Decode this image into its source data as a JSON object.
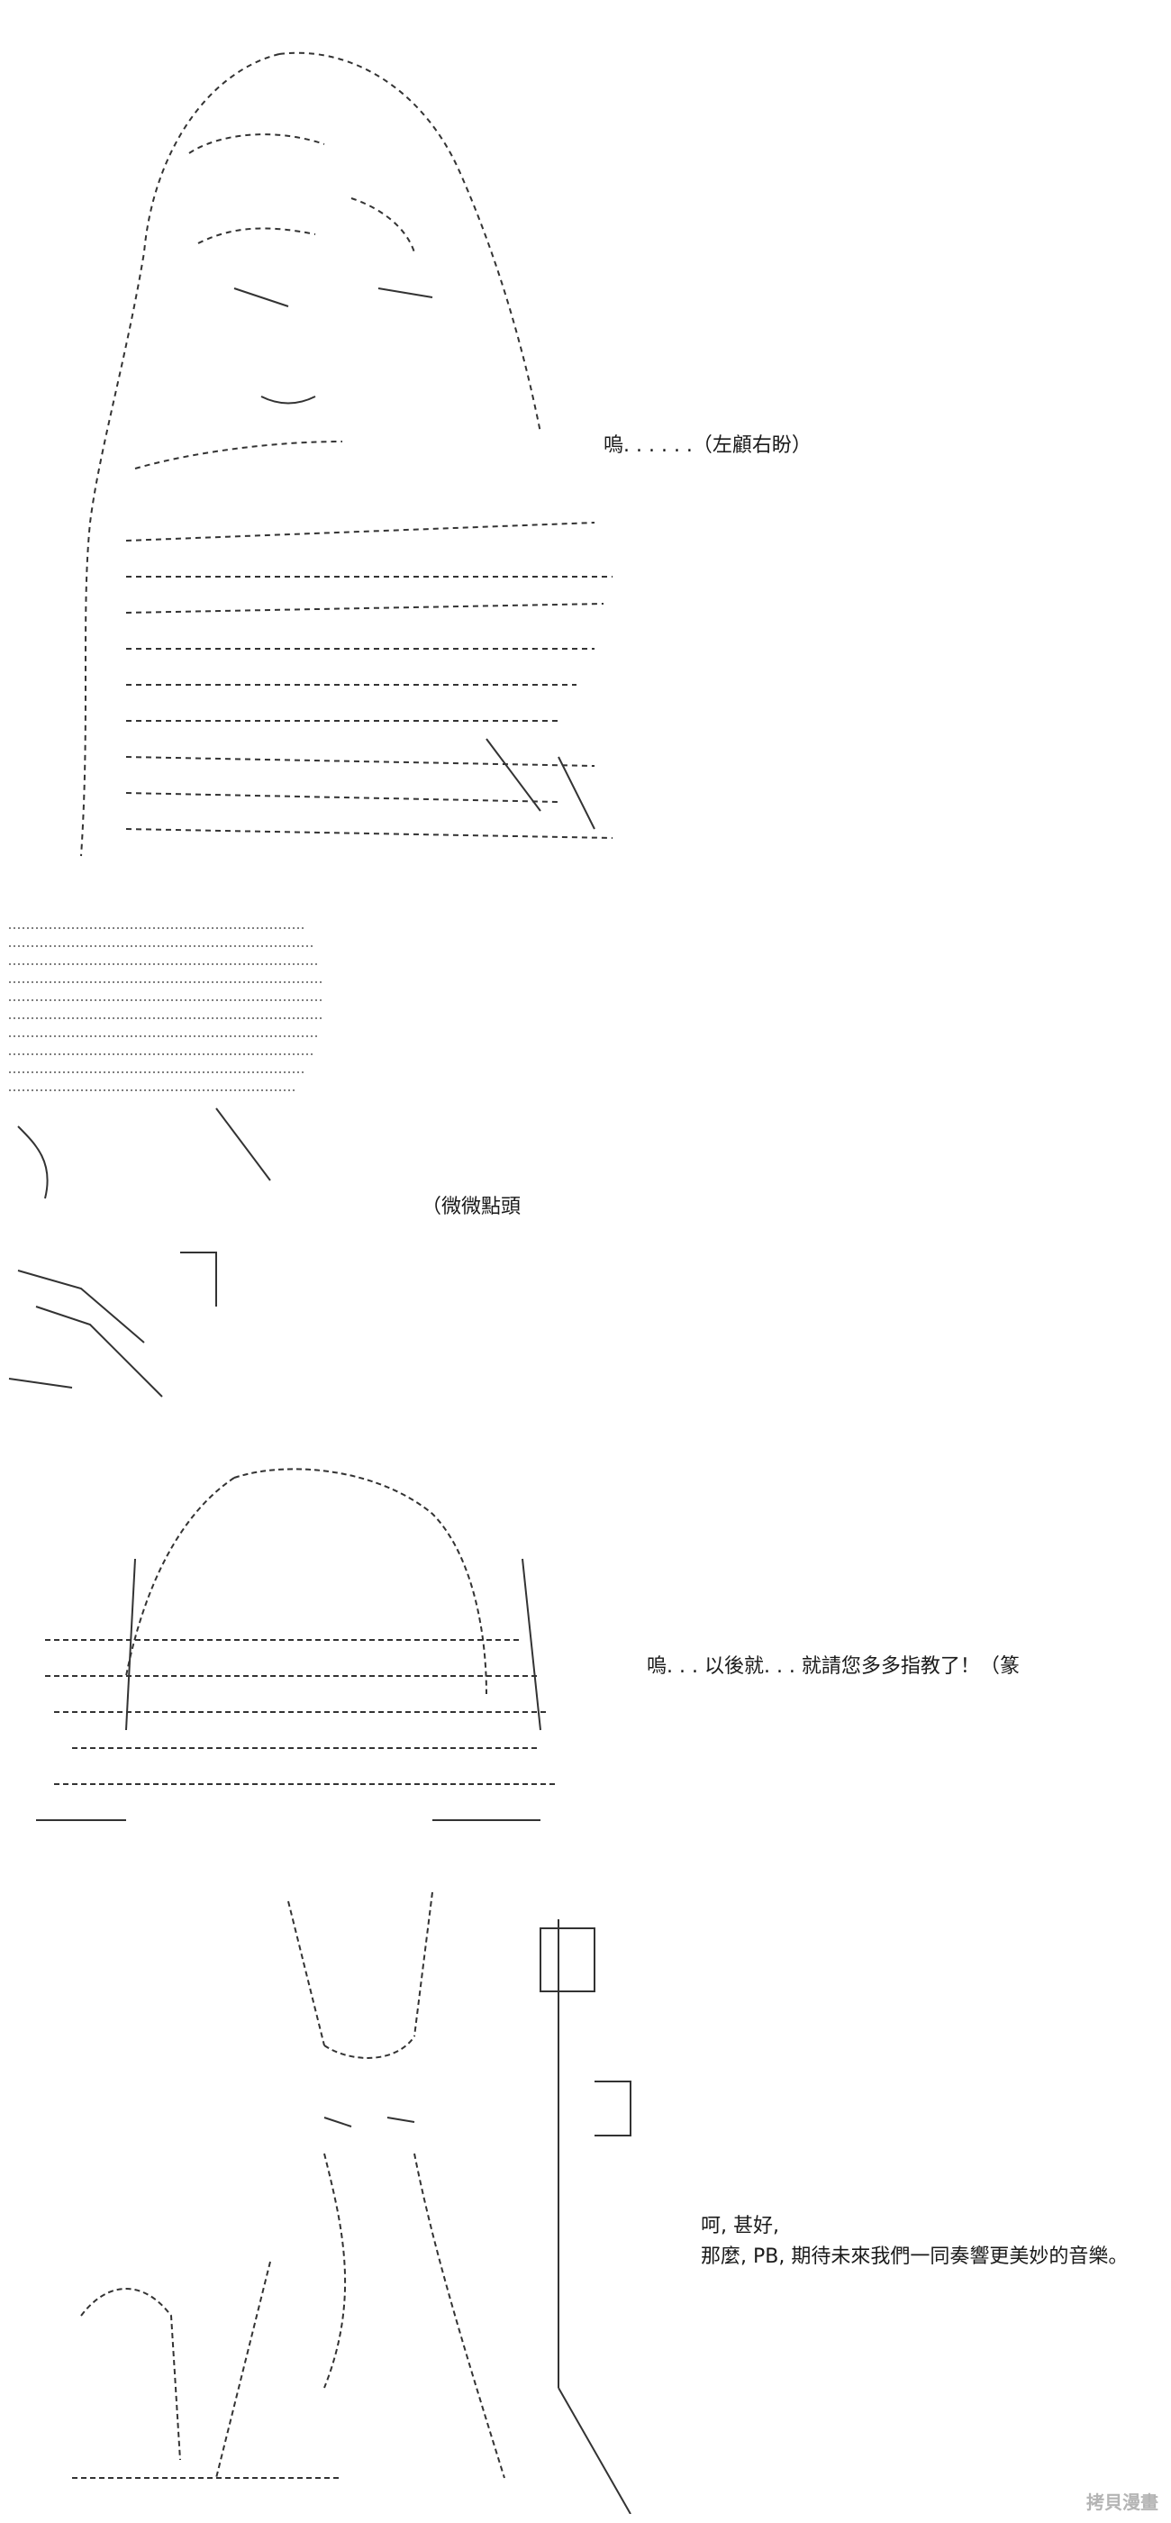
{
  "panels": [
    {
      "dialogue": [
        "嗚. . . . . .（左顧右盼）"
      ]
    },
    {
      "dialogue": [
        "（微微點頭"
      ]
    },
    {
      "dialogue": [
        "嗚. . . 以後就. . . 就請您多多指教了！（篆"
      ]
    },
    {
      "dialogue": [
        "呵, 甚好,",
        "那麼, PB, 期待未來我們一同奏響更美妙的音樂。"
      ]
    }
  ],
  "watermark": "拷貝漫畫",
  "colors": {
    "ink": "#1a1a1a",
    "watermark": "#b4b4b4"
  }
}
